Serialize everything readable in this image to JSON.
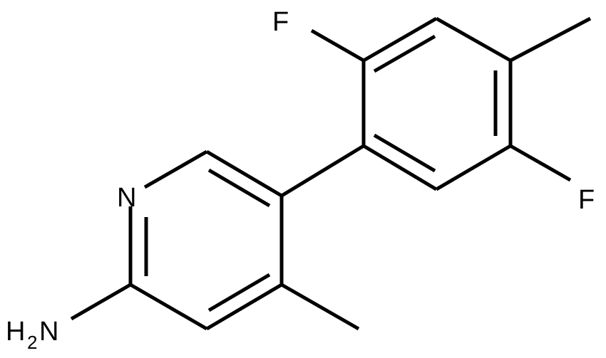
{
  "molecule": {
    "atoms": {
      "fluorine_top": "F",
      "fluorine_right": "F",
      "nitrogen_ring": "N",
      "amine_h": "H",
      "amine_sub": "2",
      "amine_n": "N"
    }
  },
  "colors": {
    "bond": "#000000",
    "background": "#ffffff"
  }
}
